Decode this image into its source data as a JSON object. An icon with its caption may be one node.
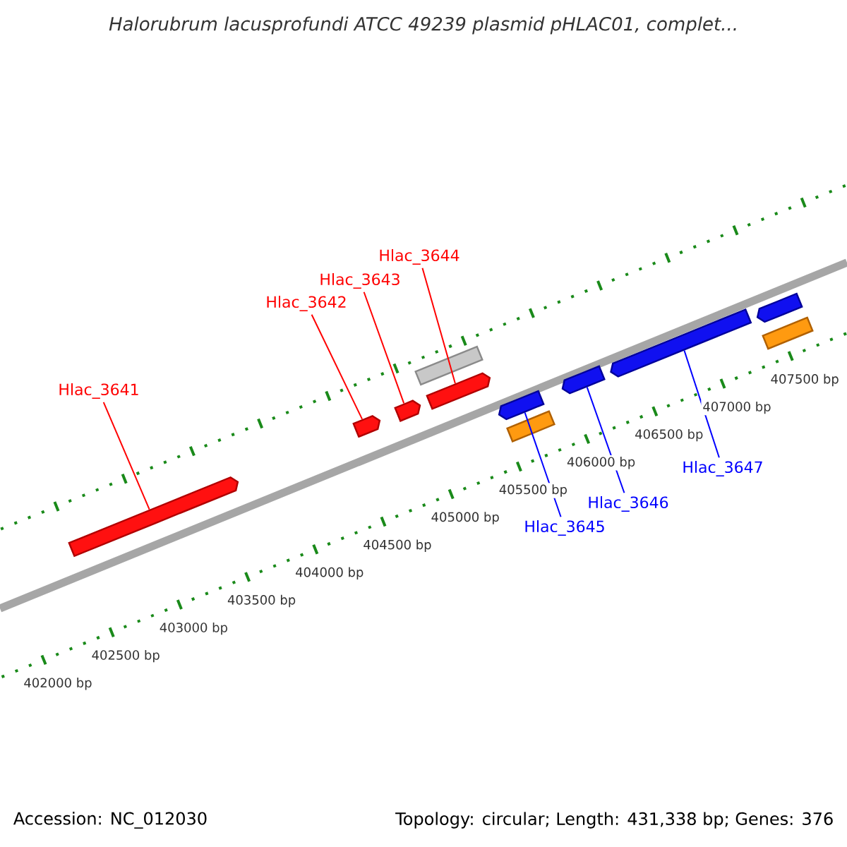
{
  "diagram": {
    "title": "Halorubrum lacusprofundi ATCC 49239 plasmid pHLAC01, complet...",
    "nodes": [
      {
        "text": [
          "Hlac_3641"
        ]
      },
      {
        "text": [],
        "shape": "pentagon"
      },
      {
        "text": [
          "Hlac_3642"
        ]
      },
      {
        "text": [],
        "shape": "pentagon"
      },
      {
        "text": [
          "Hlac_3643"
        ]
      },
      {
        "text": [],
        "shape": "pentagon"
      },
      {
        "text": [],
        "shape": "bar"
      },
      {
        "text": [
          "Hlac_3644"
        ]
      },
      {
        "text": [],
        "shape": "pentagon"
      },
      {
        "text": [],
        "shape": "pentagon"
      },
      {
        "text": [],
        "shape": "bar"
      },
      {
        "text": [
          "Hlac_3645"
        ]
      },
      {
        "text": [],
        "shape": "pentagon"
      },
      {
        "text": [
          "Hlac_3646"
        ]
      },
      {
        "text": [],
        "shape": "pentagon"
      },
      {
        "text": [
          "Hlac_3647"
        ]
      },
      {
        "text": [],
        "shape": "pentagon"
      },
      {
        "text": [],
        "shape": "bar"
      }
    ],
    "edges": [
      {
        "from": 0,
        "to": 1,
        "arrow": "none",
        "color": "#ff0000"
      },
      {
        "from": 2,
        "to": 3,
        "arrow": "none",
        "color": "#ff0000"
      },
      {
        "from": 4,
        "to": 5,
        "arrow": "none",
        "color": "#ff0000"
      },
      {
        "from": 7,
        "to": 8,
        "arrow": "none",
        "color": "#ff0000"
      },
      {
        "from": 11,
        "to": 9,
        "arrow": "none",
        "color": "#0000ff"
      },
      {
        "from": 13,
        "to": 12,
        "arrow": "none",
        "color": "#0000ff"
      },
      {
        "from": 15,
        "to": 14,
        "arrow": "none",
        "color": "#0000ff"
      }
    ],
    "labels": [
      "402000 bp",
      "402500 bp",
      "403000 bp",
      "403500 bp",
      "404000 bp",
      "404500 bp",
      "405000 bp",
      "405500 bp",
      "406000 bp",
      "406500 bp",
      "407000 bp",
      "407500 bp",
      "Accession: NC_012030",
      "Topology: circular; Length: 431,338 bp; Genes: 376"
    ]
  }
}
